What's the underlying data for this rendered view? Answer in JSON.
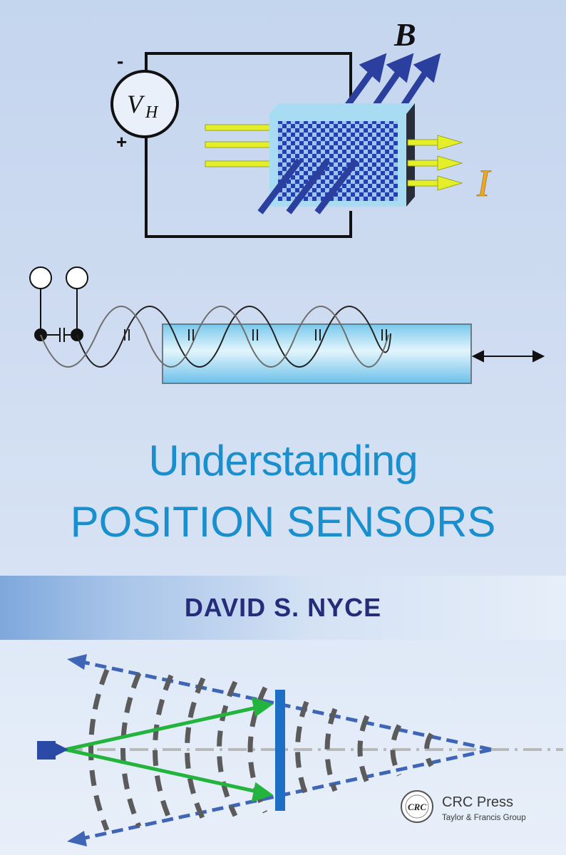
{
  "book": {
    "title_line1": "Understanding",
    "title_line2": "POSITION SENSORS",
    "author": "DAVID S. NYCE"
  },
  "hall_diagram": {
    "voltmeter_label": "V",
    "voltmeter_subscript": "H",
    "minus_sign": "-",
    "plus_sign": "+",
    "field_label": "B",
    "current_label": "I"
  },
  "publisher": {
    "logo_text": "CRC",
    "name": "CRC Press",
    "subtitle": "Taylor & Francis Group"
  },
  "colors": {
    "title": "#1a8fce",
    "author": "#262b7a",
    "field_arrows": "#2b3f9e",
    "current_arrows": "#e4ef2a",
    "current_label": "#f0a81e",
    "sensor_block": "#2340b0",
    "beam_cone": "#3f66b6",
    "reflect_rays": "#22b43c",
    "target_bar": "#1c6fc4"
  },
  "icons": [
    "voltmeter-icon",
    "hall-element-icon",
    "ultrasonic-transducer-icon",
    "crc-logo-icon"
  ]
}
